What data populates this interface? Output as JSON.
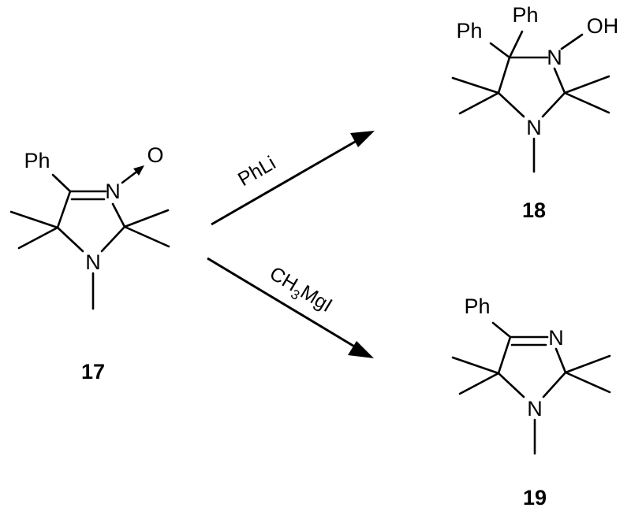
{
  "compounds": [
    {
      "number": "17",
      "atoms": {
        "phenyl": "Ph",
        "imine_n": "N",
        "n_oxide_o": "O",
        "amine_n": "N"
      }
    },
    {
      "number": "18",
      "atoms": {
        "phenyl_a": "Ph",
        "phenyl_b": "Ph",
        "hydroxyl_n": "N",
        "hydroxyl": "OH",
        "amine_n": "N"
      }
    },
    {
      "number": "19",
      "atoms": {
        "phenyl": "Ph",
        "imine_n": "N",
        "amine_n": "N"
      }
    }
  ],
  "reactions": [
    {
      "reagent": "PhLi",
      "from": "17",
      "to": "18"
    },
    {
      "reagent_parts": [
        "CH",
        "3",
        "MgI"
      ],
      "from": "17",
      "to": "19"
    }
  ]
}
